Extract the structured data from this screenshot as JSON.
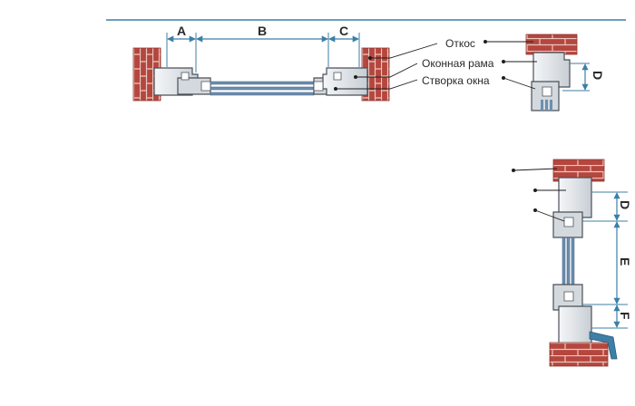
{
  "labels": {
    "otkos": "Откос",
    "ramа": "Оконная рама",
    "stvorka": "Створка окна"
  },
  "dimensions": {
    "a": "A",
    "b": "B",
    "c": "C",
    "d": "D",
    "e": "E",
    "f": "F"
  },
  "colors": {
    "line": "#3d7fa6",
    "brick": "#b5463e",
    "brick_mortar": "#e8c8c0",
    "frame_fill": "#e4e7ea",
    "frame_stroke": "#4a5058",
    "glass": "#6e8fb0",
    "text": "#2a2a2a"
  }
}
